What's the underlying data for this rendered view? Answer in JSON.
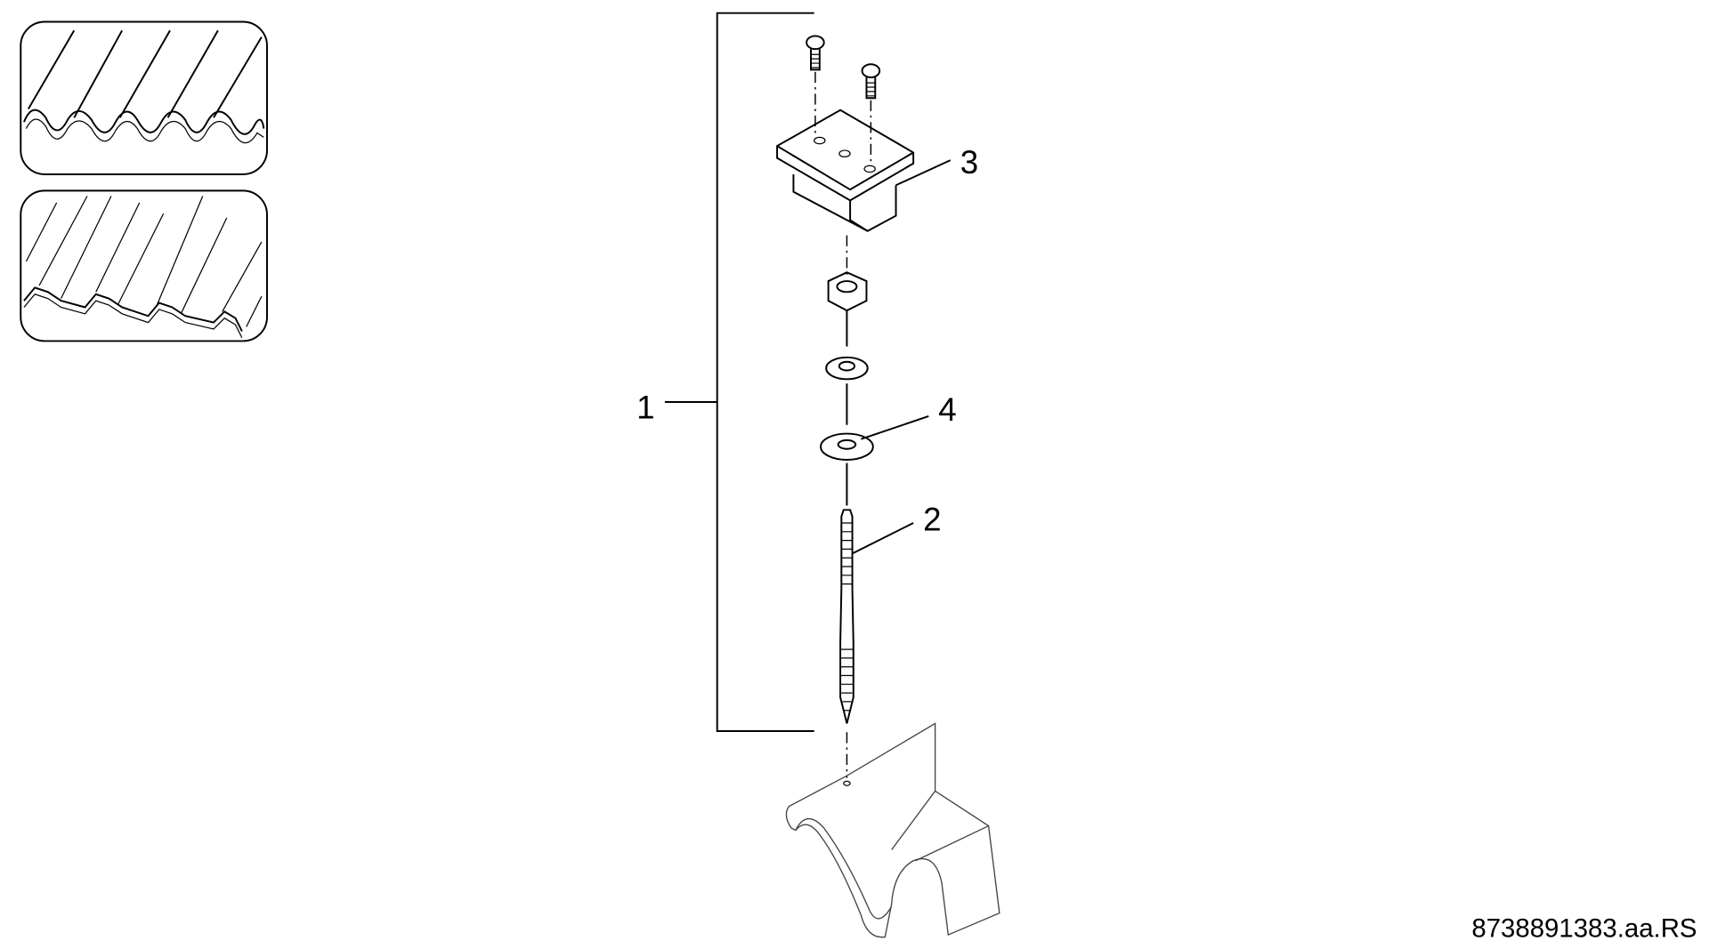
{
  "callouts": {
    "c1": "1",
    "c2": "2",
    "c3": "3",
    "c4": "4"
  },
  "drawing_code": "8738891383.aa.RS",
  "insets": [
    {
      "roof_type": "corrugated-round"
    },
    {
      "roof_type": "corrugated-trapezoidal"
    }
  ]
}
